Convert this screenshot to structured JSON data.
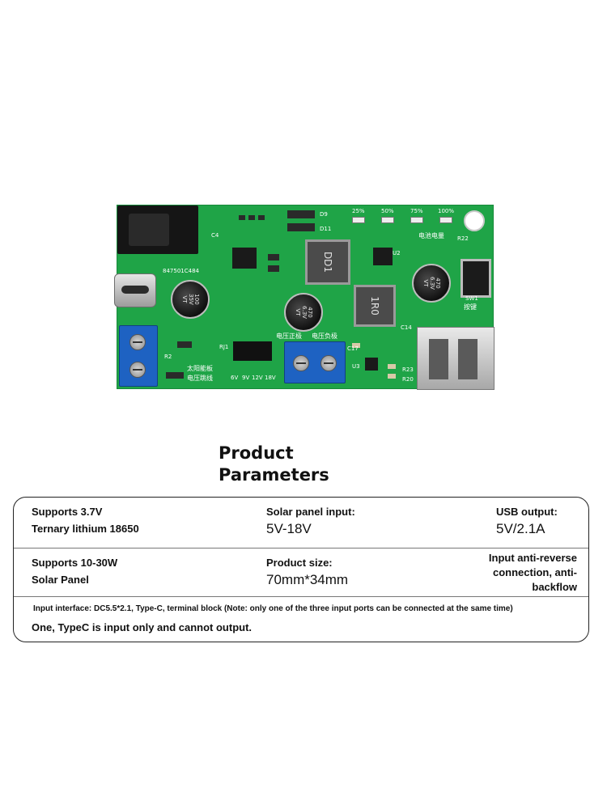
{
  "board": {
    "silk": {
      "chip_code": "847501C484",
      "pct25": "25%",
      "pct50": "50%",
      "pct75": "75%",
      "pct100": "100%",
      "battery_label": "电池电量",
      "solar_label": "太阳能板",
      "voltage_jumper": "电压跳线",
      "v_pos": "电压正极",
      "v_neg": "电压负极",
      "key_label": "按键",
      "v6": "6V",
      "v9": "9V",
      "v12": "12V",
      "v18": "18V",
      "d9": "D9",
      "d11": "D11",
      "r22": "R22",
      "sw1": "SW1",
      "c14": "C14",
      "c17": "C17",
      "u2": "U2",
      "u3": "U3",
      "r20": "R20",
      "r23": "R23",
      "rj1": "RJ1",
      "r2": "R2",
      "c4": "C4"
    },
    "cap1": "100\n35V\nVT",
    "cap2": "470\n6.3V\nVT",
    "cap3": "470\n6.3V\nVT",
    "ind1": "DD1",
    "ind2": "1R0"
  },
  "title": {
    "line1": "Product",
    "line2": "Parameters"
  },
  "params": {
    "row1": {
      "left": {
        "line1": "Supports 3.7V",
        "line2": "Ternary lithium 18650"
      },
      "mid": {
        "label": "Solar panel input:",
        "value": "5V-18V"
      },
      "right": {
        "label": "USB output:",
        "value": "5V/2.1A"
      }
    },
    "row2": {
      "left": {
        "line1": "Supports 10-30W",
        "line2": "Solar Panel"
      },
      "mid": {
        "label": "Product size:",
        "value": "70mm*34mm"
      },
      "right": {
        "line1": "Input anti-reverse",
        "line2": "connection, anti-",
        "line3": "backflow"
      }
    },
    "note": "Input interface: DC5.5*2.1, Type-C, terminal block (Note: only one of the three input ports can be connected at the same time)",
    "note2": "One, TypeC is input only and cannot output."
  }
}
